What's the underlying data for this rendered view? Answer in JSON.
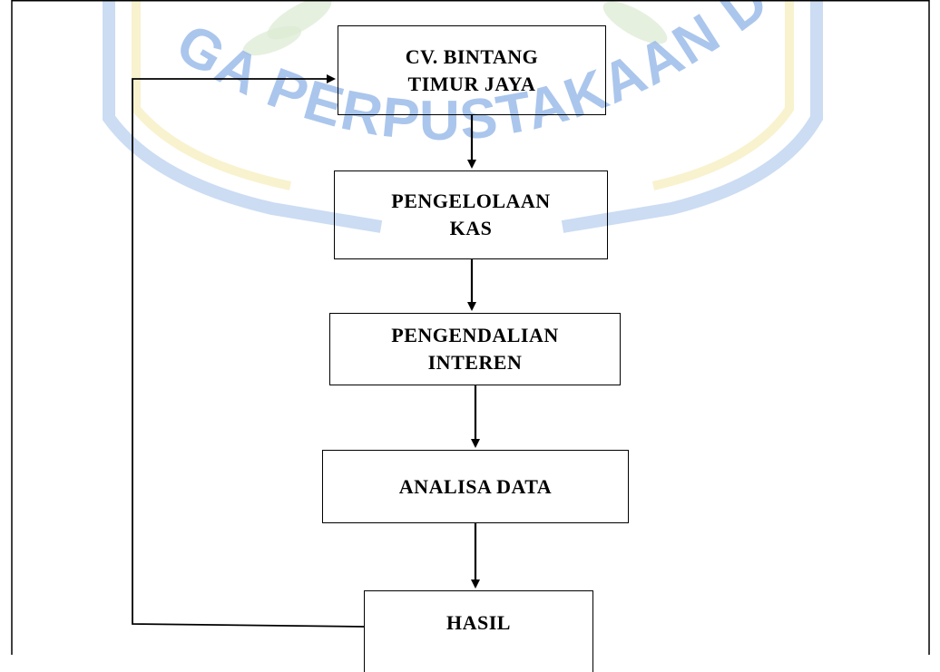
{
  "diagram": {
    "nodes": [
      {
        "id": "n1",
        "lines": [
          "CV. BINTANG",
          "TIMUR JAYA"
        ]
      },
      {
        "id": "n2",
        "lines": [
          "PENGELOLAAN",
          "KAS"
        ]
      },
      {
        "id": "n3",
        "lines": [
          "PENGENDALIAN",
          "INTEREN"
        ]
      },
      {
        "id": "n4",
        "lines": [
          "ANALISA DATA"
        ]
      },
      {
        "id": "n5",
        "lines": [
          "HASIL"
        ]
      }
    ],
    "edges": [
      {
        "from": "n1",
        "to": "n2"
      },
      {
        "from": "n2",
        "to": "n3"
      },
      {
        "from": "n3",
        "to": "n4"
      },
      {
        "from": "n4",
        "to": "n5"
      },
      {
        "from": "n5",
        "to": "n1",
        "type": "feedback"
      }
    ]
  },
  "watermark": {
    "arc_text": "GA PERPUSTAKAAN DAN PENER",
    "colors": {
      "blue": "#7aa6df",
      "yellow": "#f3e7a2",
      "green": "#cfe2c0"
    }
  }
}
